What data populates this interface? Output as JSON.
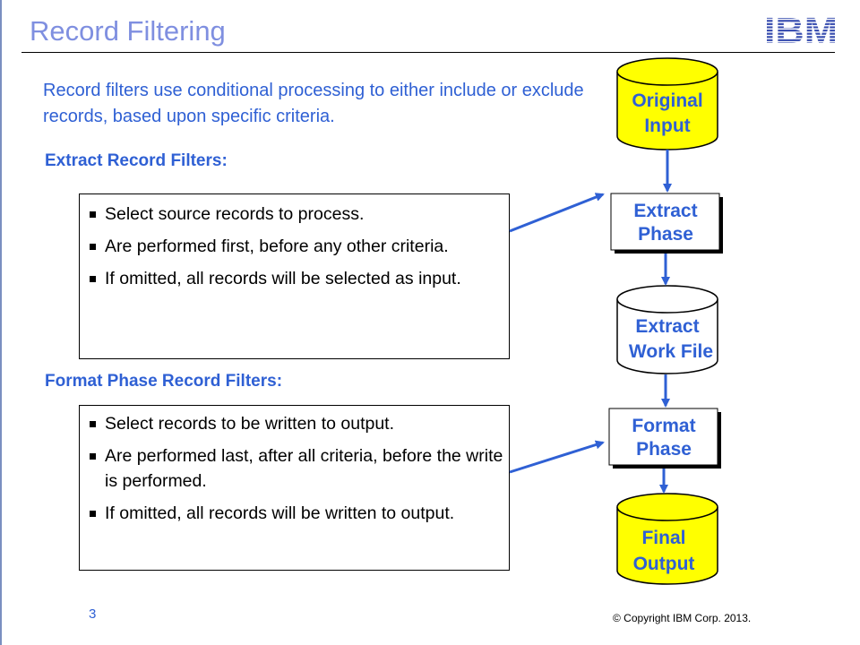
{
  "slide": {
    "title": "Record Filtering",
    "logo_text": "IBM",
    "intro": "Record filters use conditional processing to either include or exclude records, based upon specific criteria.",
    "page_number": "3",
    "copyright": "© Copyright  IBM Corp. 2013."
  },
  "sections": [
    {
      "heading": "Extract Record Filters:",
      "bullets": [
        "Select source records to process.",
        "Are performed first, before any other criteria.",
        "If omitted, all records will be selected as input."
      ]
    },
    {
      "heading": "Format Phase Record Filters:",
      "bullets": [
        "Select records to be written to output.",
        "Are performed last, after all criteria, before the write is performed.",
        "If omitted, all records will be written to output."
      ]
    }
  ],
  "flow": {
    "original_input": [
      "Original",
      "Input"
    ],
    "extract_phase": [
      "Extract",
      "Phase"
    ],
    "extract_work_file": [
      "Extract",
      "Work File"
    ],
    "format_phase": [
      "Format",
      "Phase"
    ],
    "final_output": [
      "Final",
      "Output"
    ]
  },
  "colors": {
    "accent_blue": "#2f60d4",
    "title_blue": "#7f8fe0",
    "cylinder_yellow": "#ffff00",
    "arrow_blue": "#2f60d4"
  }
}
